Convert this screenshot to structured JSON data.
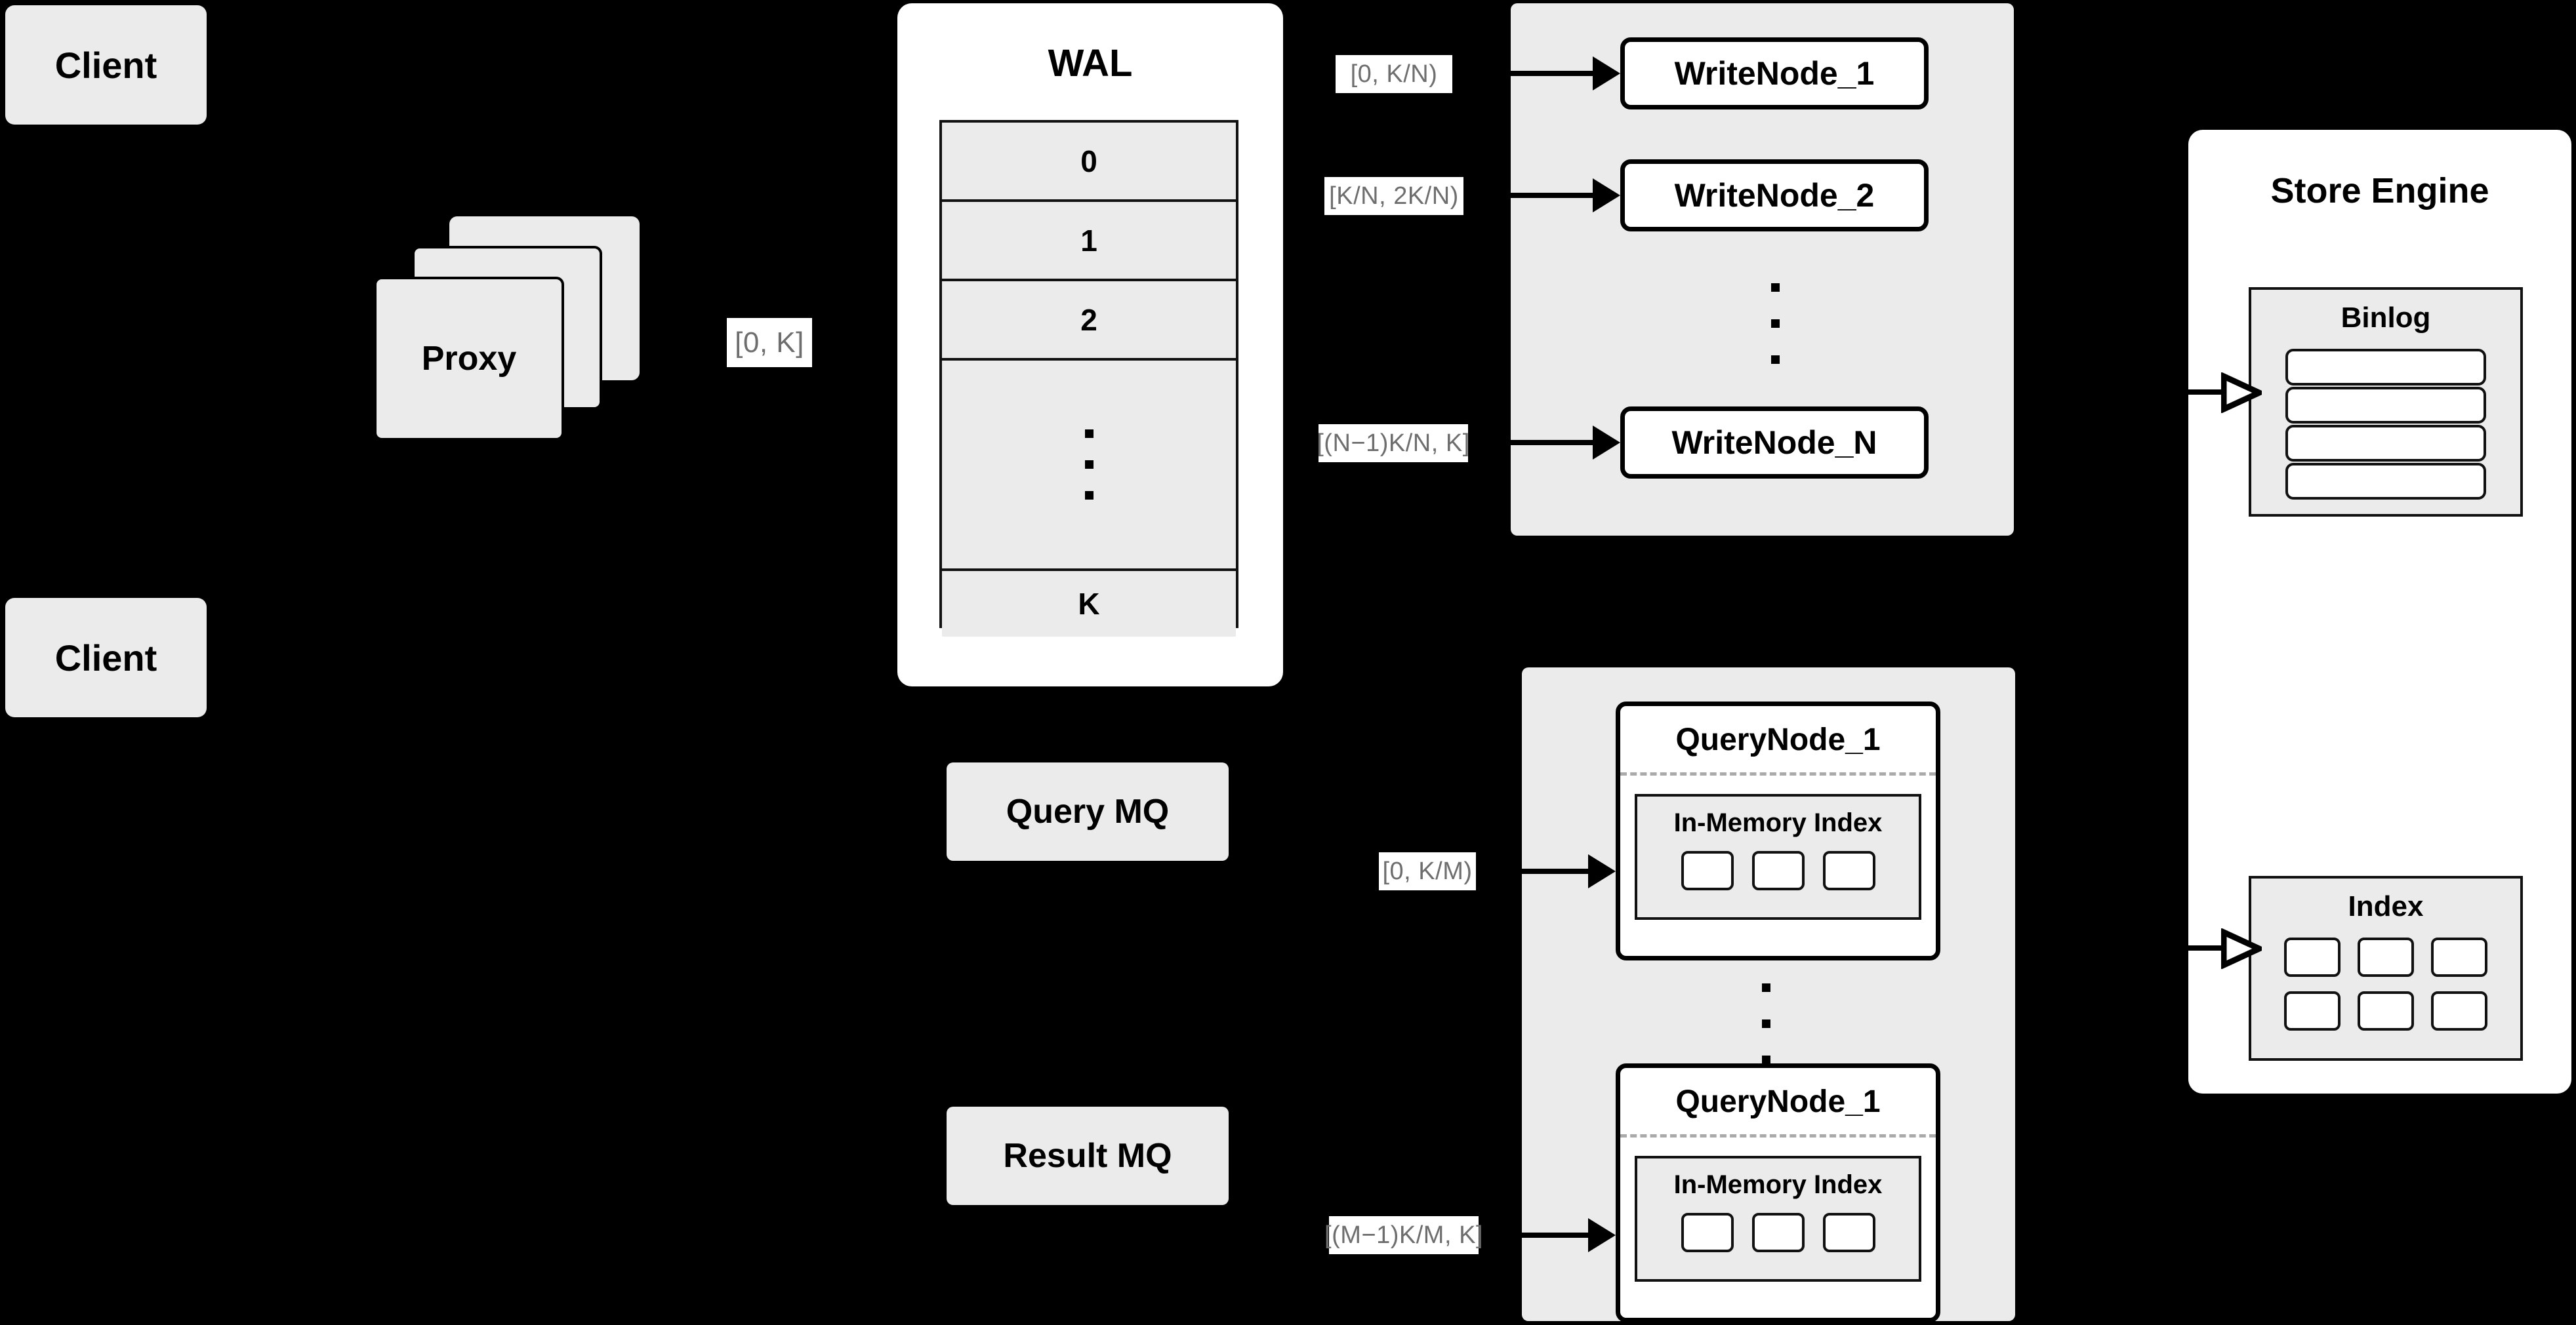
{
  "diagram": {
    "title": "Distributed vector database write/query architecture",
    "background_color": "#000000",
    "node_fill": "#ebebeb",
    "panel_fill": "#ffffff",
    "stroke_color": "#000000",
    "label_text_color": "#6e6e6e"
  },
  "clients": [
    {
      "label": "Client"
    },
    {
      "label": "Client"
    }
  ],
  "proxy": {
    "label": "Proxy",
    "stack_count": 3,
    "output_range_label": "[0, K]"
  },
  "wal": {
    "title": "WAL",
    "entries": [
      "0",
      "1",
      "2",
      "⋮",
      "K"
    ],
    "ellipsis_index": 3
  },
  "write_group": {
    "nodes": [
      {
        "label": "WriteNode_1",
        "range_label": "[0,  K/N)"
      },
      {
        "label": "WriteNode_2",
        "range_label": "[K/N, 2K/N)"
      },
      {
        "label": "WriteNode_N",
        "range_label": "[(N−1)K/N,  K]"
      }
    ],
    "ellipsis_between": "⋮"
  },
  "query_group": {
    "nodes": [
      {
        "label": "QueryNode_1",
        "range_label": "[0, K/M)",
        "inner": {
          "title": "In-Memory Index",
          "segment_count": 3
        }
      },
      {
        "label": "QueryNode_1",
        "range_label": "[(M−1)K/M, K]",
        "inner": {
          "title": "In-Memory Index",
          "segment_count": 3
        }
      }
    ],
    "ellipsis_between": "⋮"
  },
  "queues": [
    {
      "label": "Query MQ"
    },
    {
      "label": "Result MQ"
    }
  ],
  "store_engine": {
    "title": "Store Engine",
    "binlog": {
      "title": "Binlog",
      "row_count": 4
    },
    "index": {
      "title": "Index",
      "rows": 2,
      "cols": 3
    }
  }
}
